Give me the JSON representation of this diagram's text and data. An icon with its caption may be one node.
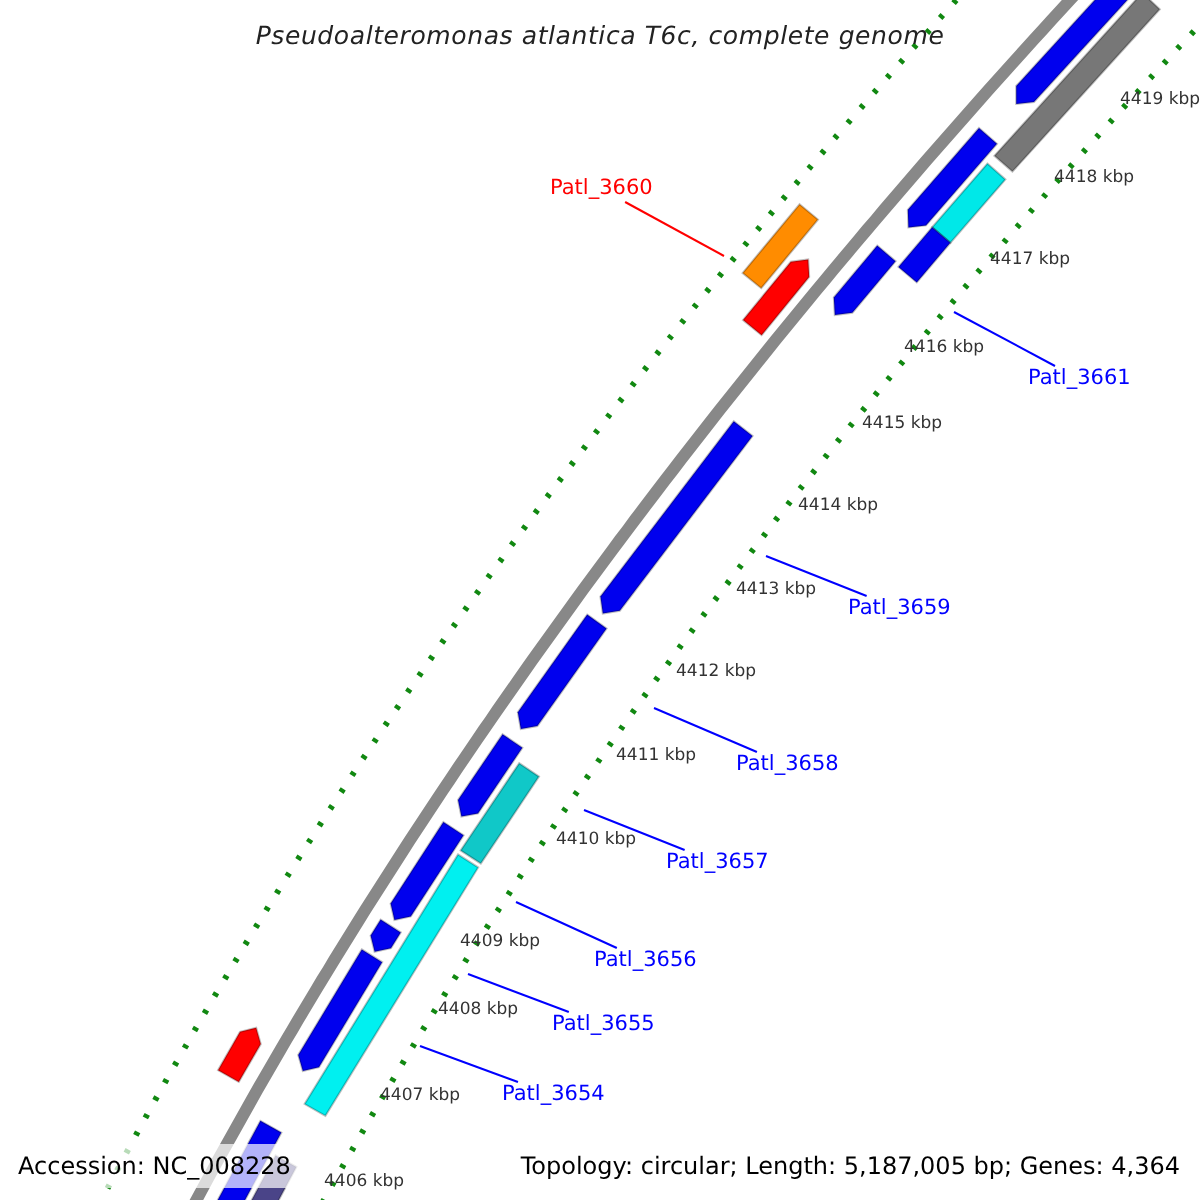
{
  "diagram": {
    "title": "Pseudoalteromonas atlantica T6c, complete genome",
    "nodes": [
      {
        "text": [
          "Patl_3660"
        ]
      },
      {
        "text": [
          "Patl_3661"
        ]
      },
      {
        "text": [
          "Patl_3659"
        ]
      },
      {
        "text": [
          "Patl_3658"
        ]
      },
      {
        "text": [
          "Patl_3657"
        ]
      },
      {
        "text": [
          "Patl_3656"
        ]
      },
      {
        "text": [
          "Patl_3655"
        ]
      },
      {
        "text": [
          "Patl_3654"
        ]
      }
    ],
    "edges": [
      {
        "from": 0,
        "to": null,
        "arrow": "none",
        "color": "#ff0000"
      },
      {
        "from": 1,
        "to": null,
        "arrow": "none"
      },
      {
        "from": 2,
        "to": null,
        "arrow": "none"
      },
      {
        "from": 3,
        "to": null,
        "arrow": "none"
      },
      {
        "from": 4,
        "to": null,
        "arrow": "none"
      },
      {
        "from": 5,
        "to": null,
        "arrow": "none"
      },
      {
        "from": 6,
        "to": null,
        "arrow": "none"
      },
      {
        "from": 7,
        "to": null,
        "arrow": "none"
      }
    ],
    "labels": [
      "4419 kbp",
      "4418 kbp",
      "4417 kbp",
      "4416 kbp",
      "4415 kbp",
      "4414 kbp",
      "4413 kbp",
      "4412 kbp",
      "4411 kbp",
      "4410 kbp",
      "4409 kbp",
      "4408 kbp",
      "4407 kbp",
      "4406 kbp",
      "Accession: NC_008228",
      "Topology: circular; Length: 5,187,005 bp; Genes: 4,364"
    ]
  }
}
